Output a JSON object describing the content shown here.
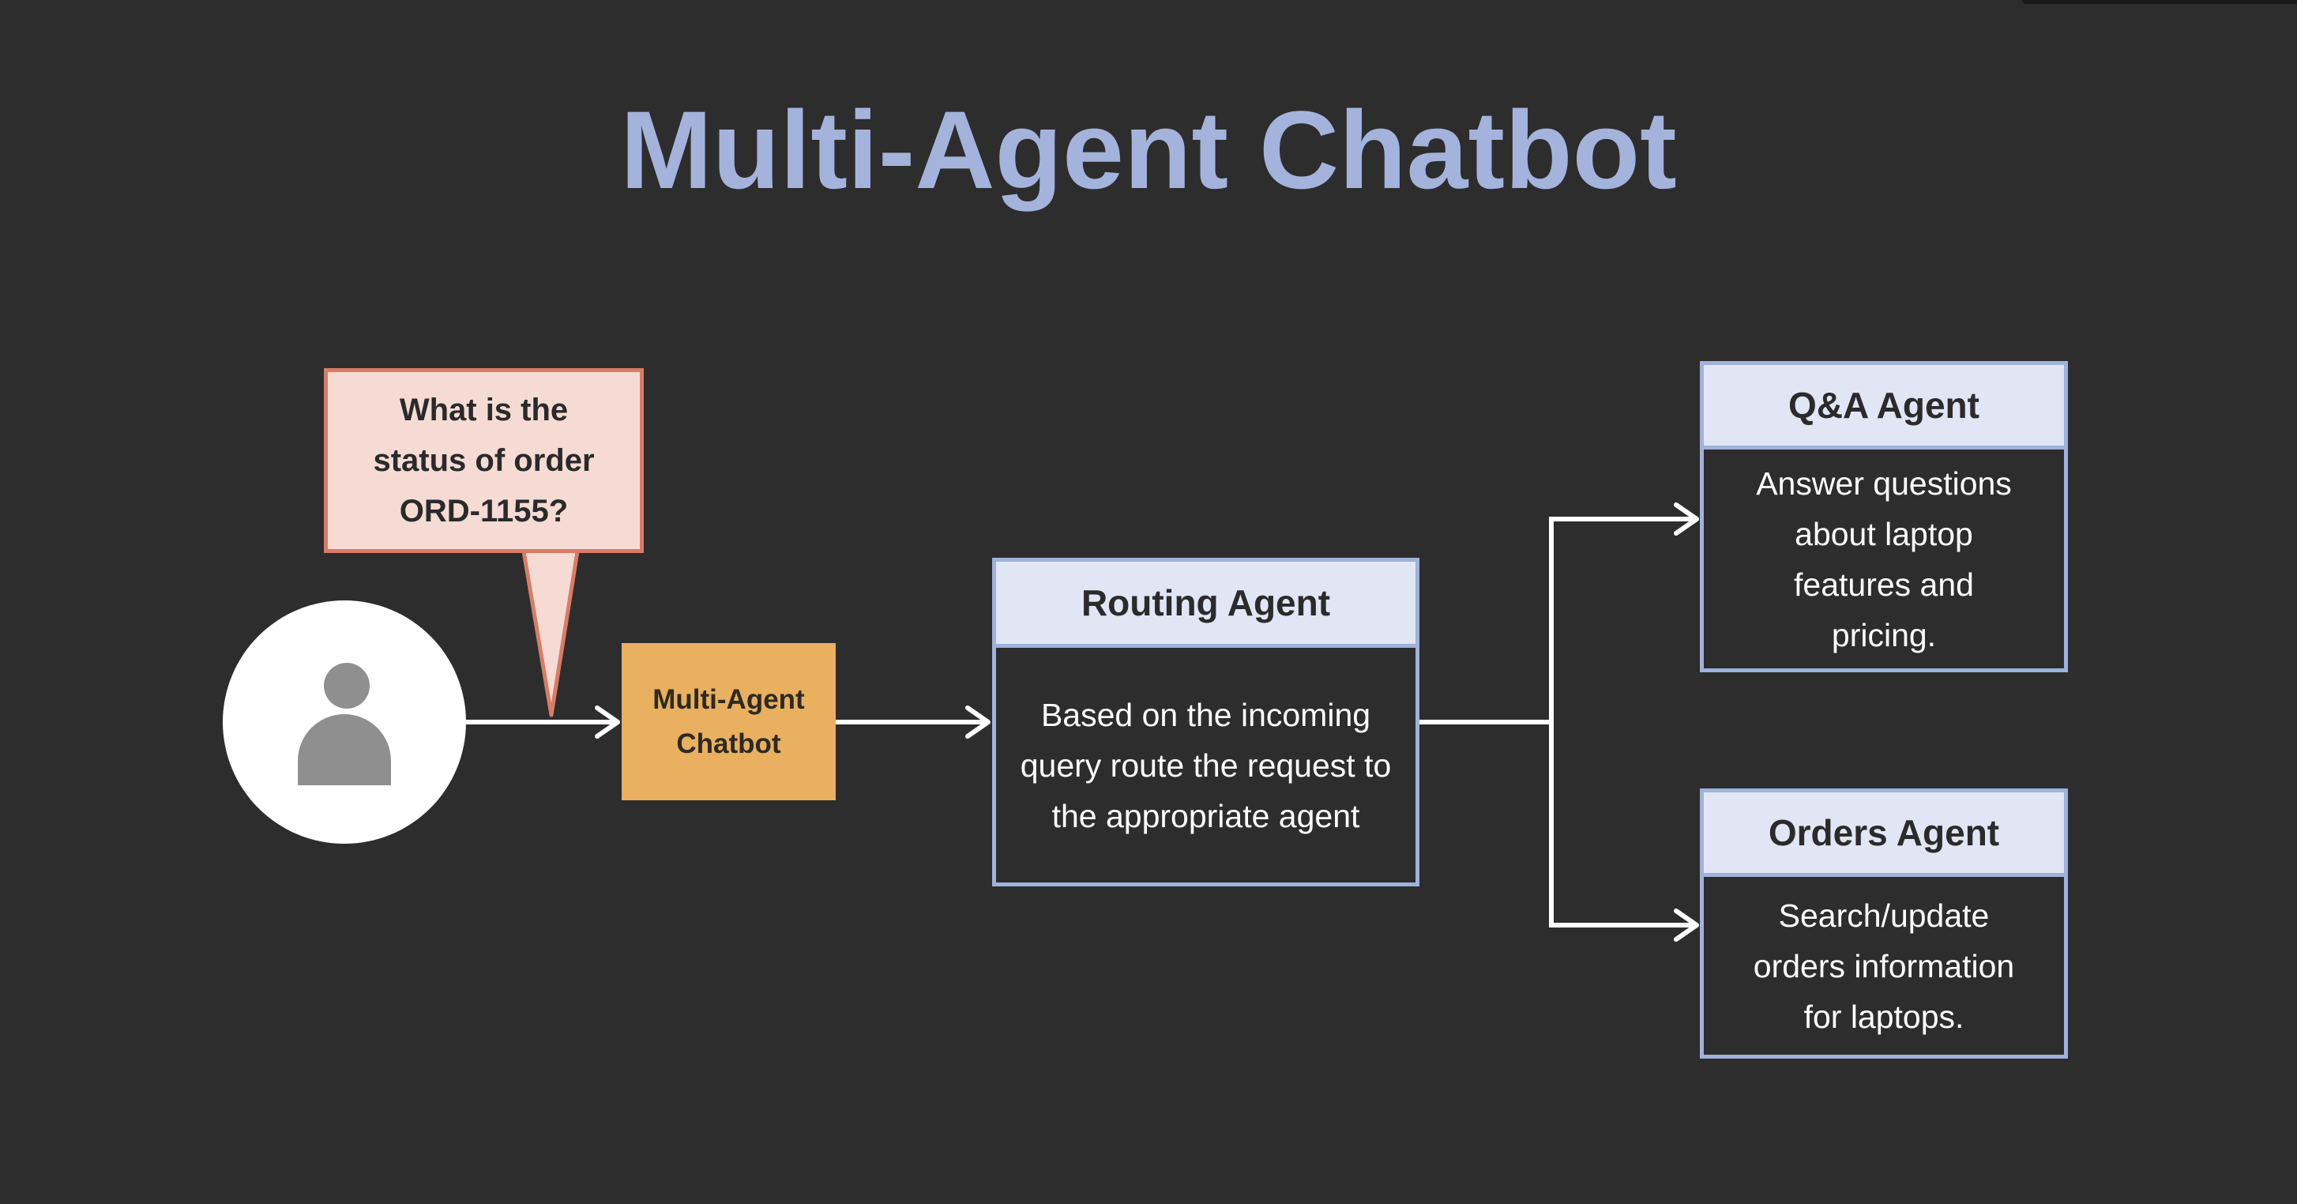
{
  "title": "Multi-Agent Chatbot",
  "user_query": {
    "lines": [
      "What is the",
      "status of order",
      "ORD-1155?"
    ]
  },
  "user": {
    "icon": "user-icon"
  },
  "chatbot": {
    "lines": [
      "Multi-Agent",
      "Chatbot"
    ]
  },
  "routing_agent": {
    "title": "Routing Agent",
    "description": [
      "Based on the incoming",
      "query route the request to",
      "the appropriate agent"
    ]
  },
  "qa_agent": {
    "title": "Q&A Agent",
    "description": [
      "Answer questions",
      "about laptop",
      "features and",
      "pricing."
    ]
  },
  "orders_agent": {
    "title": "Orders Agent",
    "description": [
      "Search/update",
      "orders information",
      "for laptops."
    ]
  },
  "colors": {
    "background": "#2d2d2d",
    "title": "#a3b3dc",
    "speech_fill": "#f5dbd3",
    "speech_border": "#d97c66",
    "chatbot_fill": "#e8b05f",
    "agent_border": "#9fb2db",
    "agent_header": "#e1e6f5",
    "connector": "#ffffff"
  }
}
